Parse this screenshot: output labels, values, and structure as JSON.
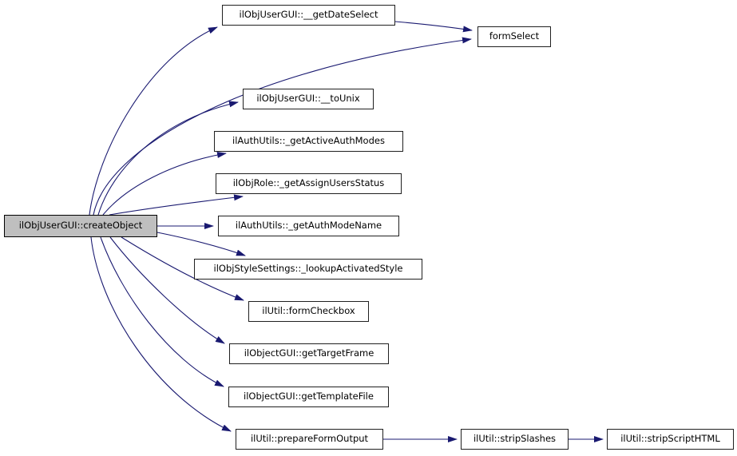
{
  "graph": {
    "type": "call-graph",
    "root_function": "ilObjUserGUI::createObject",
    "colors": {
      "edge": "#191970",
      "node_fill": "#ffffff",
      "root_node_fill": "#bfbfbf",
      "node_border": "#202020",
      "text": "#000000",
      "background": "#ffffff"
    },
    "nodes": [
      {
        "id": "createObject",
        "label": "ilObjUserGUI::createObject",
        "highlighted": true
      },
      {
        "id": "getDateSelect",
        "label": "ilObjUserGUI::__getDateSelect",
        "highlighted": false
      },
      {
        "id": "formSelect",
        "label": "formSelect",
        "highlighted": false
      },
      {
        "id": "toUnix",
        "label": "ilObjUserGUI::__toUnix",
        "highlighted": false
      },
      {
        "id": "getActiveAuthModes",
        "label": "ilAuthUtils::_getActiveAuthModes",
        "highlighted": false
      },
      {
        "id": "getAssignUsersStatus",
        "label": "ilObjRole::_getAssignUsersStatus",
        "highlighted": false
      },
      {
        "id": "getAuthModeName",
        "label": "ilAuthUtils::_getAuthModeName",
        "highlighted": false
      },
      {
        "id": "lookupActivatedStyle",
        "label": "ilObjStyleSettings::_lookupActivatedStyle",
        "highlighted": false
      },
      {
        "id": "formCheckbox",
        "label": "ilUtil::formCheckbox",
        "highlighted": false
      },
      {
        "id": "getTargetFrame",
        "label": "ilObjectGUI::getTargetFrame",
        "highlighted": false
      },
      {
        "id": "getTemplateFile",
        "label": "ilObjectGUI::getTemplateFile",
        "highlighted": false
      },
      {
        "id": "prepareFormOutput",
        "label": "ilUtil::prepareFormOutput",
        "highlighted": false
      },
      {
        "id": "stripSlashes",
        "label": "ilUtil::stripSlashes",
        "highlighted": false
      },
      {
        "id": "stripScriptHTML",
        "label": "ilUtil::stripScriptHTML",
        "highlighted": false
      }
    ],
    "edges": [
      {
        "from": "ilObjUserGUI::createObject",
        "to": "ilObjUserGUI::__getDateSelect"
      },
      {
        "from": "ilObjUserGUI::createObject",
        "to": "formSelect"
      },
      {
        "from": "ilObjUserGUI::__getDateSelect",
        "to": "formSelect"
      },
      {
        "from": "ilObjUserGUI::createObject",
        "to": "ilObjUserGUI::__toUnix"
      },
      {
        "from": "ilObjUserGUI::createObject",
        "to": "ilAuthUtils::_getActiveAuthModes"
      },
      {
        "from": "ilObjUserGUI::createObject",
        "to": "ilObjRole::_getAssignUsersStatus"
      },
      {
        "from": "ilObjUserGUI::createObject",
        "to": "ilAuthUtils::_getAuthModeName"
      },
      {
        "from": "ilObjUserGUI::createObject",
        "to": "ilObjStyleSettings::_lookupActivatedStyle"
      },
      {
        "from": "ilObjUserGUI::createObject",
        "to": "ilUtil::formCheckbox"
      },
      {
        "from": "ilObjUserGUI::createObject",
        "to": "ilObjectGUI::getTargetFrame"
      },
      {
        "from": "ilObjUserGUI::createObject",
        "to": "ilObjectGUI::getTemplateFile"
      },
      {
        "from": "ilObjUserGUI::createObject",
        "to": "ilUtil::prepareFormOutput"
      },
      {
        "from": "ilUtil::prepareFormOutput",
        "to": "ilUtil::stripSlashes"
      },
      {
        "from": "ilUtil::stripSlashes",
        "to": "ilUtil::stripScriptHTML"
      }
    ]
  }
}
